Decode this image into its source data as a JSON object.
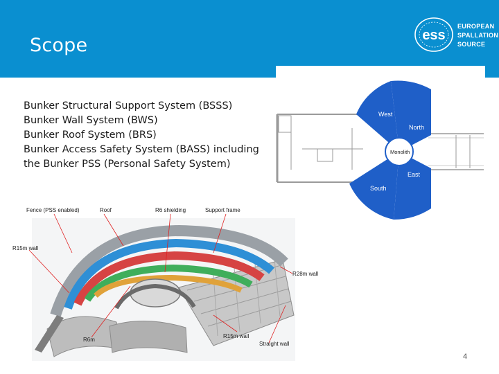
{
  "slide": {
    "title": "Scope",
    "page_number": "4"
  },
  "logo": {
    "mark": "ess",
    "lines": [
      "EUROPEAN",
      "SPALLATION",
      "SOURCE"
    ]
  },
  "bullets": [
    "Bunker Structural Support System (BSSS)",
    "Bunker Wall System (BWS)",
    "Bunker Roof System (BRS)",
    "Bunker Access Safety System (BASS) including",
    "the Bunker PSS (Personal Safety System)"
  ],
  "plan_diagram": {
    "sectors": [
      "West",
      "North",
      "Monolith",
      "East",
      "South"
    ],
    "colors": {
      "sector": "#1f5fc8",
      "monolith": "#ffffff",
      "walls": "#9a9a9a"
    }
  },
  "bunker_render": {
    "labels": {
      "fence": "Fence (PSS enabled)",
      "roof": "Roof",
      "r6": "R6 shielding",
      "support": "Support frame",
      "r15_left": "R15m wall",
      "r28": "R28m wall",
      "r6m": "R6m",
      "r15_bottom": "R15m wall",
      "straight": "Straight wall"
    }
  },
  "colors": {
    "header": "#0a8fd0",
    "text": "#1a1a1a"
  }
}
